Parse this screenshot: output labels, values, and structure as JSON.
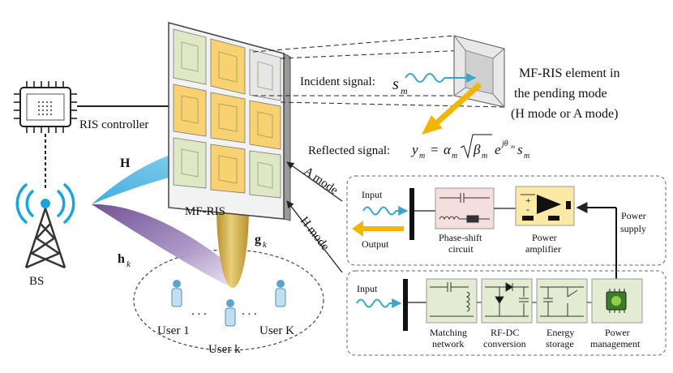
{
  "labels": {
    "ris_controller": "RIS controller",
    "bs": "BS",
    "mfris": "MF-RIS",
    "channel_H": "H",
    "channel_h": "h",
    "channel_h_sub": "k",
    "channel_g": "g",
    "channel_g_sub": "k",
    "incident": "Incident signal:",
    "incident_sym": "s",
    "incident_sub": "m",
    "reflected": "Reflected signal:",
    "element_title_1": "MF-RIS element in",
    "element_title_2": "the pending mode",
    "element_title_3": "(H mode or A mode)",
    "a_mode": "A mode",
    "h_mode": "H mode",
    "input_a": "Input",
    "output_a": "Output",
    "input_h": "Input",
    "phase_shift_1": "Phase-shift",
    "phase_shift_2": "circuit",
    "power_amp_1": "Power",
    "power_amp_2": "amplifier",
    "power_supply_1": "Power",
    "power_supply_2": "supply",
    "matching_1": "Matching",
    "matching_2": "network",
    "rfdc_1": "RF-DC",
    "rfdc_2": "conversion",
    "energy_1": "Energy",
    "energy_2": "storage",
    "power_mgmt_1": "Power",
    "power_mgmt_2": "management",
    "user_1": "User 1",
    "user_k": "User k",
    "user_K": "User K",
    "dots_left": ". . .",
    "dots_right": ". . ."
  },
  "colors": {
    "beam_H": "#3aa8dc",
    "beam_h": "#7d5aa0",
    "beam_g": "#c9a23a",
    "arrow_orange": "#f2b500",
    "wave_blue": "#3aa6c9",
    "cell_yellow": "#f8d270",
    "cell_green": "#dfe8c5",
    "box_pink": "#f5dede",
    "box_yellow": "#fde9a6",
    "box_green": "#e3ecd2"
  }
}
